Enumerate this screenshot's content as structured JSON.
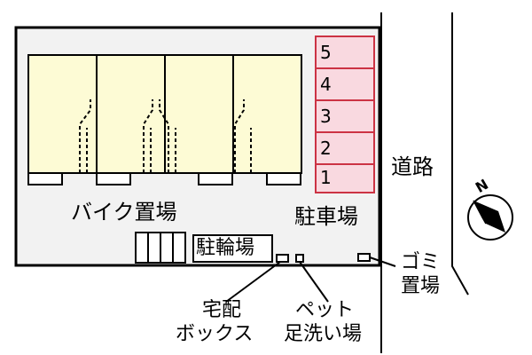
{
  "labels": {
    "bike_area": "バイク置場",
    "parking": "駐車場",
    "road": "道路",
    "bicycle_parking": "駐輪場",
    "garbage_line1": "ゴミ",
    "garbage_line2": "置場",
    "delivery_line1": "宅配",
    "delivery_line2": "ボックス",
    "pet_line1": "ペット",
    "pet_line2": "足洗い場",
    "compass_north": "N"
  },
  "parking_slots": [
    "5",
    "4",
    "3",
    "2",
    "1"
  ],
  "colors": {
    "site_fill": "#f2f2f2",
    "unit_fill": "#fdfbd5",
    "slot_fill": "#f9d9e0",
    "slot_border": "#cc3344"
  }
}
